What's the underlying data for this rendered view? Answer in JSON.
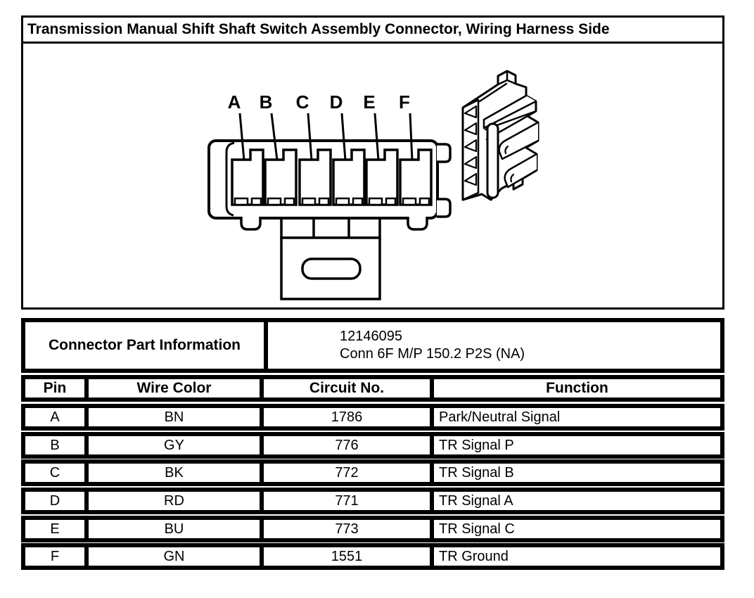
{
  "title": "Transmission Manual Shift Shaft Switch Assembly Connector, Wiring Harness Side",
  "diagram": {
    "pin_labels": [
      "A",
      "B",
      "C",
      "D",
      "E",
      "F"
    ]
  },
  "part_info": {
    "label": "Connector Part Information",
    "part_number": "12146095",
    "description": "Conn 6F M/P 150.2 P2S (NA)"
  },
  "table": {
    "headers": [
      "Pin",
      "Wire Color",
      "Circuit No.",
      "Function"
    ],
    "rows": [
      {
        "pin": "A",
        "wire_color": "BN",
        "circuit_no": "1786",
        "function": "Park/Neutral Signal"
      },
      {
        "pin": "B",
        "wire_color": "GY",
        "circuit_no": "776",
        "function": "TR Signal P"
      },
      {
        "pin": "C",
        "wire_color": "BK",
        "circuit_no": "772",
        "function": "TR Signal B"
      },
      {
        "pin": "D",
        "wire_color": "RD",
        "circuit_no": "771",
        "function": "TR Signal A"
      },
      {
        "pin": "E",
        "wire_color": "BU",
        "circuit_no": "773",
        "function": "TR Signal C"
      },
      {
        "pin": "F",
        "wire_color": "GN",
        "circuit_no": "1551",
        "function": "TR Ground"
      }
    ]
  },
  "colors": {
    "ink": "#000000",
    "paper": "#ffffff"
  }
}
